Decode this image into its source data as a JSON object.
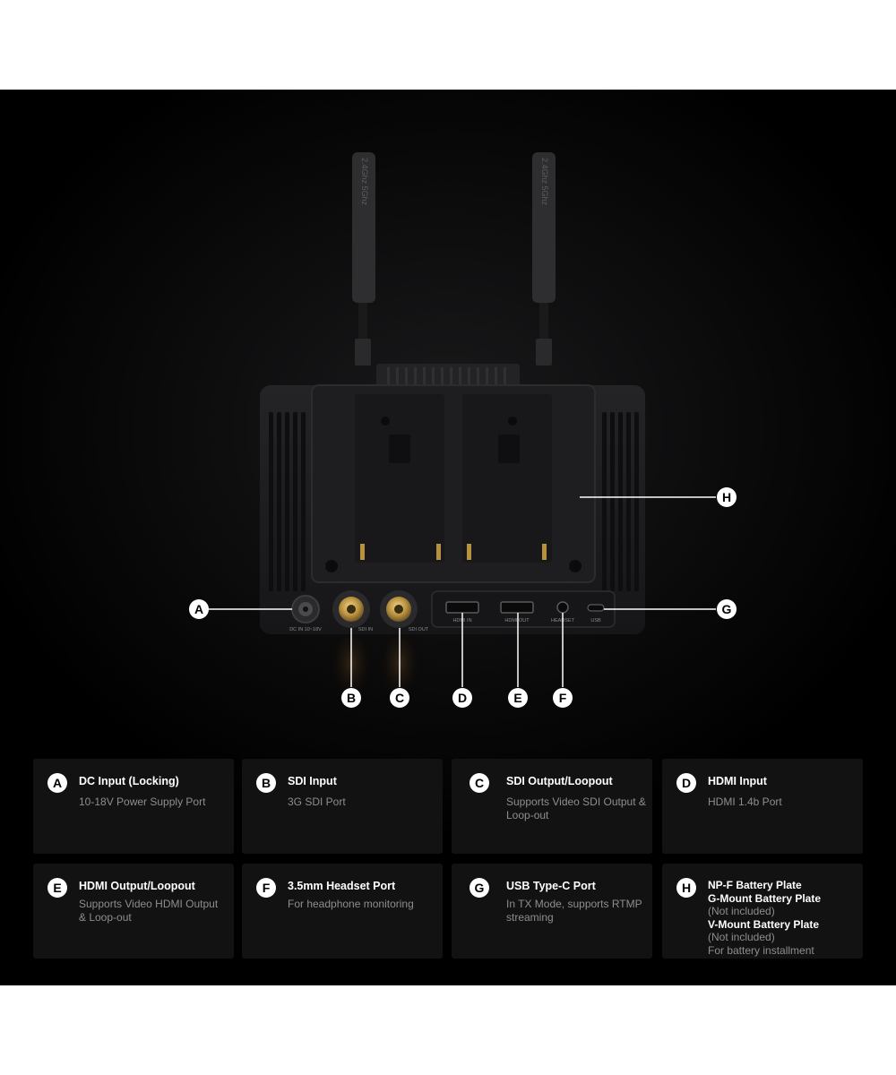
{
  "callouts": {
    "a": "A",
    "b": "B",
    "c": "C",
    "d": "D",
    "e": "E",
    "f": "F",
    "g": "G",
    "h": "H"
  },
  "antenna": {
    "label_left": "2.4Ghz 5Ghz",
    "label_right": "2.4Ghz 5Ghz"
  },
  "port_labels": {
    "dc": "DC IN 10~18V",
    "sdi_in": "SDI IN",
    "sdi_out": "SDI OUT",
    "hdmi_in": "HDMI IN",
    "hdmi_out": "HDMI OUT",
    "headset": "HEADSET",
    "usb": "USB"
  },
  "cards": [
    {
      "letter": "A",
      "title": "DC Input (Locking)",
      "desc": "10-18V Power Supply Port"
    },
    {
      "letter": "B",
      "title": "SDI Input",
      "desc": "3G SDI Port"
    },
    {
      "letter": "C",
      "title": "SDI Output/Loopout",
      "desc": "Supports Video SDI Output & Loop-out"
    },
    {
      "letter": "D",
      "title": "HDMI Input",
      "desc": "HDMI 1.4b Port"
    },
    {
      "letter": "E",
      "title": "HDMI Output/Loopout",
      "desc": "Supports Video HDMI Output & Loop-out"
    },
    {
      "letter": "F",
      "title": "3.5mm Headset Port",
      "desc": "For headphone monitoring"
    },
    {
      "letter": "G",
      "title": "USB Type-C Port",
      "desc": "In TX Mode, supports RTMP streaming"
    },
    {
      "letter": "H",
      "line1": "NP-F Battery Plate",
      "line2": "G-Mount Battery Plate",
      "line3": "(Not included)",
      "line4": "V-Mount Battery Plate",
      "line5": "(Not included)",
      "line6": "For battery installment"
    }
  ],
  "colors": {
    "background": "#000000",
    "card": "#121212",
    "device": "#1c1c1e",
    "accent_gold": "#c9a24a"
  }
}
